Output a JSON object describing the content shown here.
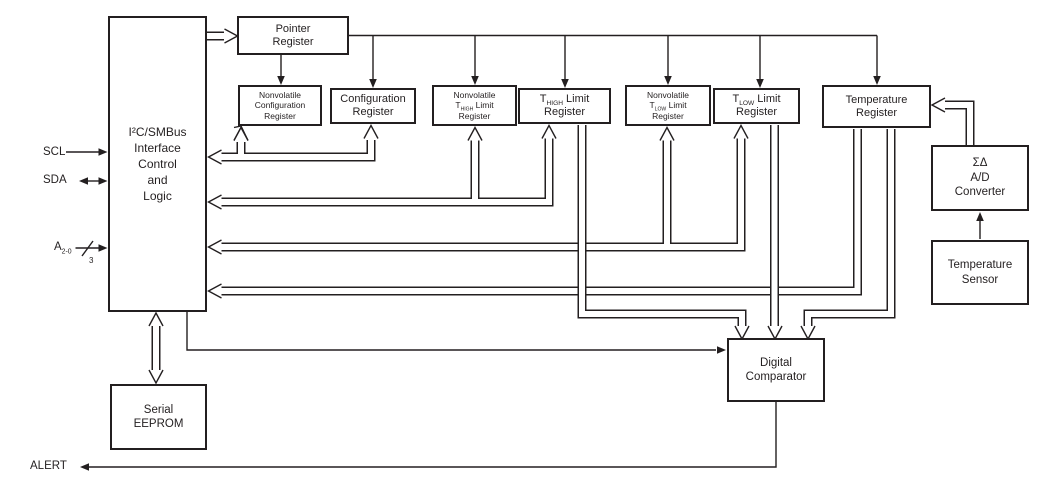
{
  "diagram": {
    "colors": {
      "line": "#231f20",
      "background": "#ffffff"
    },
    "blocks": {
      "i2c_interface": {
        "lines": [
          "I²C/SMBus",
          "Interface",
          "Control",
          "and",
          "Logic"
        ]
      },
      "pointer_register": {
        "lines": [
          "Pointer",
          "Register"
        ]
      },
      "nv_config_register": {
        "lines": [
          "Nonvolatile",
          "Configuration",
          "Register"
        ]
      },
      "config_register": {
        "lines": [
          "Configuration",
          "Register"
        ]
      },
      "nv_thigh_register": {
        "line1": "Nonvolatile",
        "pre": "T",
        "sub": "HIGH",
        "post": " Limit",
        "line3": "Register"
      },
      "thigh_register": {
        "pre": "T",
        "sub": "HIGH",
        "post": " Limit",
        "line2": "Register"
      },
      "nv_tlow_register": {
        "line1": "Nonvolatile",
        "pre": "T",
        "sub": "LOW",
        "post": " Limit",
        "line3": "Register"
      },
      "tlow_register": {
        "pre": "T",
        "sub": "LOW",
        "post": " Limit",
        "line2": "Register"
      },
      "temperature_register": {
        "lines": [
          "Temperature",
          "Register"
        ]
      },
      "ad_converter": {
        "lines": [
          "ΣΔ",
          "A/D",
          "Converter"
        ]
      },
      "temperature_sensor": {
        "lines": [
          "Temperature",
          "Sensor"
        ]
      },
      "digital_comparator": {
        "lines": [
          "Digital",
          "Comparator"
        ]
      },
      "serial_eeprom": {
        "lines": [
          "Serial",
          "EEPROM"
        ]
      }
    },
    "pins": {
      "scl": "SCL",
      "sda": "SDA",
      "addr_base": "A",
      "addr_sub": "2-0",
      "addr_bus_width": "3",
      "alert": "ALERT"
    }
  }
}
